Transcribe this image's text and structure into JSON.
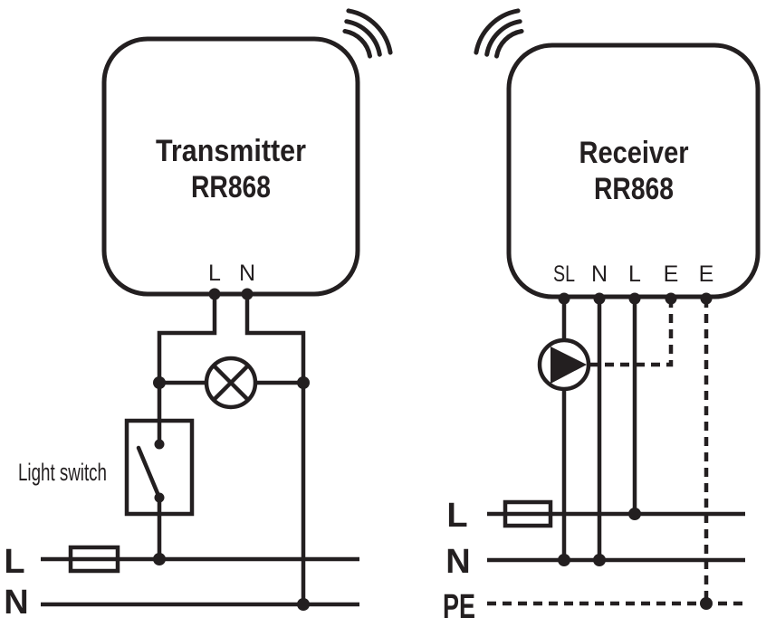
{
  "colors": {
    "ink": "#231f20",
    "background": "#ffffff"
  },
  "transmitter": {
    "name": "Transmitter",
    "model": "RR868",
    "terminals": [
      "L",
      "N"
    ]
  },
  "receiver": {
    "name": "Receiver",
    "model": "RR868",
    "terminals": [
      "SL",
      "N",
      "L",
      "E",
      "E"
    ]
  },
  "left_circuit": {
    "switch_label": "Light switch",
    "buses": [
      "L",
      "N"
    ]
  },
  "right_circuit": {
    "buses": [
      "L",
      "N",
      "PE"
    ]
  }
}
